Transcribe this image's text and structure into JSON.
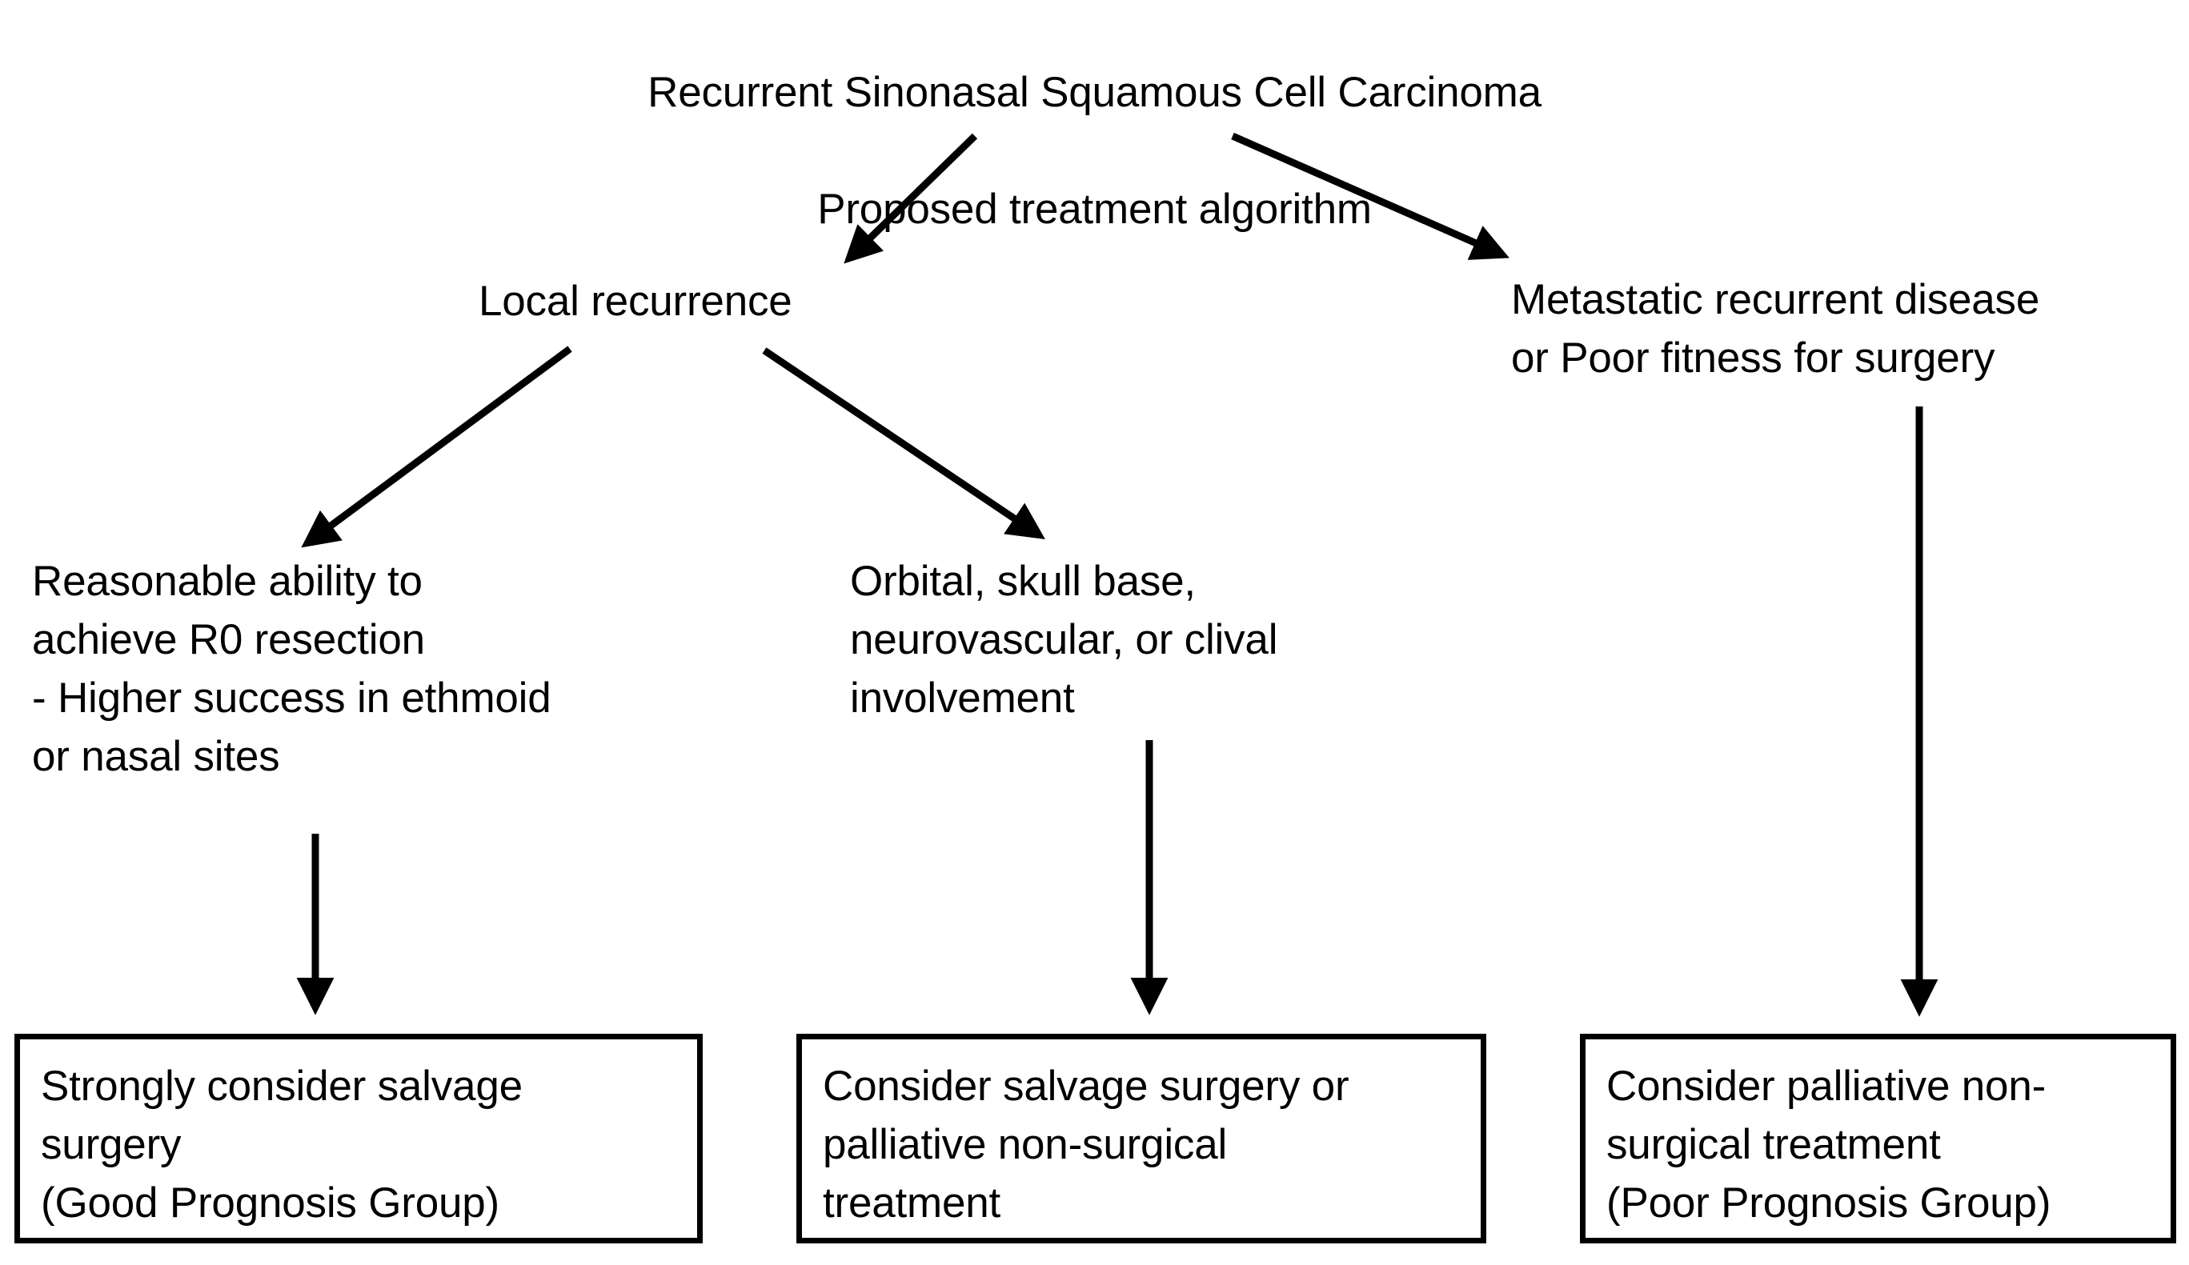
{
  "title": {
    "line1": "Recurrent Sinonasal Squamous Cell Carcinoma",
    "line2": "Proposed treatment algorithm"
  },
  "nodes": {
    "local_recurrence": "Local recurrence",
    "metastatic": "Metastatic recurrent disease\nor Poor fitness for surgery",
    "reasonable_resection": "Reasonable ability to\nachieve R0 resection\n- Higher success in ethmoid\nor nasal sites",
    "orbital_involvement": "Orbital, skull base,\nneurovascular, or clival\ninvolvement"
  },
  "outcomes": {
    "good_prognosis": "Strongly consider salvage\nsurgery\n(Good Prognosis Group)",
    "middle": "Consider salvage surgery or\npalliative non-surgical\ntreatment",
    "poor_prognosis": "Consider palliative non-\nsurgical treatment\n(Poor Prognosis Group)"
  },
  "colors": {
    "stroke": "#000000",
    "background": "#ffffff",
    "text": "#000000"
  },
  "chart_data": {
    "type": "flowchart",
    "title": "Recurrent Sinonasal Squamous Cell Carcinoma Proposed treatment algorithm",
    "orientation": "top-down",
    "nodes": [
      {
        "id": "root",
        "label": "Recurrent Sinonasal Squamous Cell Carcinoma\nProposed treatment algorithm",
        "shape": "none",
        "level": 0
      },
      {
        "id": "local",
        "label": "Local recurrence",
        "shape": "none",
        "level": 1
      },
      {
        "id": "metastatic",
        "label": "Metastatic recurrent disease or Poor fitness for surgery",
        "shape": "none",
        "level": 1
      },
      {
        "id": "reasonable",
        "label": "Reasonable ability to achieve R0 resection - Higher success in ethmoid or nasal sites",
        "shape": "none",
        "level": 2
      },
      {
        "id": "orbital",
        "label": "Orbital, skull base, neurovascular, or clival involvement",
        "shape": "none",
        "level": 2
      },
      {
        "id": "good",
        "label": "Strongly consider salvage surgery (Good Prognosis Group)",
        "shape": "rectangle",
        "level": 3
      },
      {
        "id": "middle",
        "label": "Consider salvage surgery or palliative non-surgical treatment",
        "shape": "rectangle",
        "level": 3
      },
      {
        "id": "poor",
        "label": "Consider palliative non-surgical treatment (Poor Prognosis Group)",
        "shape": "rectangle",
        "level": 3
      }
    ],
    "edges": [
      {
        "from": "root",
        "to": "local",
        "style": "solid-arrow"
      },
      {
        "from": "root",
        "to": "metastatic",
        "style": "solid-arrow"
      },
      {
        "from": "local",
        "to": "reasonable",
        "style": "solid-arrow"
      },
      {
        "from": "local",
        "to": "orbital",
        "style": "solid-arrow"
      },
      {
        "from": "reasonable",
        "to": "good",
        "style": "solid-arrow"
      },
      {
        "from": "orbital",
        "to": "middle",
        "style": "solid-arrow"
      },
      {
        "from": "metastatic",
        "to": "poor",
        "style": "solid-arrow"
      }
    ]
  }
}
